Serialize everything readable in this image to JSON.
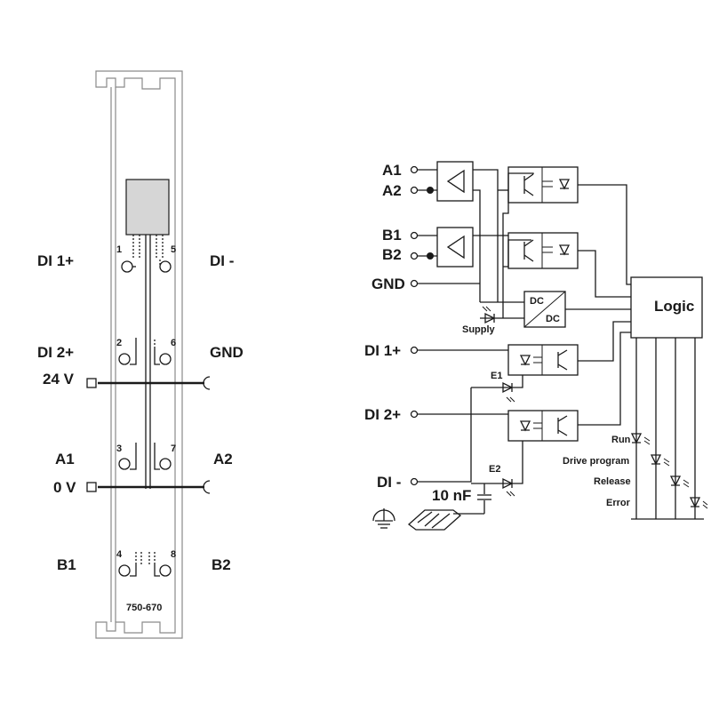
{
  "left_module": {
    "labels": {
      "di1_plus": "DI 1+",
      "di_minus": "DI -",
      "di2_plus": "DI 2+",
      "gnd": "GND",
      "v24": "24 V",
      "a1": "A1",
      "a2": "A2",
      "v0": "0 V",
      "b1": "B1",
      "b2": "B2"
    },
    "pins": [
      "1",
      "2",
      "3",
      "4",
      "5",
      "6",
      "7",
      "8"
    ],
    "part_number": "750-670"
  },
  "schematic": {
    "inputs": {
      "a1": "A1",
      "a2": "A2",
      "b1": "B1",
      "b2": "B2",
      "gnd": "GND",
      "di1_plus": "DI 1+",
      "di2_plus": "DI 2+",
      "di_minus": "DI -"
    },
    "dcdc_top": "DC",
    "dcdc_bottom": "DC",
    "supply": "Supply",
    "logic": "Logic",
    "e1": "E1",
    "e2": "E2",
    "capacitor": "10 nF",
    "leds": [
      "Run",
      "Drive program",
      "Release",
      "Error"
    ]
  }
}
